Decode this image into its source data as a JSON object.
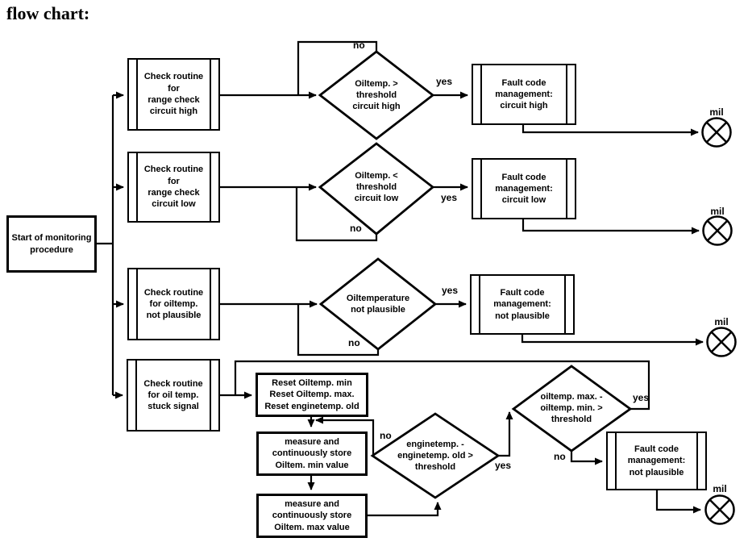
{
  "title": "flow chart:",
  "colors": {
    "line": "#000000",
    "background": "#ffffff"
  },
  "nodes": {
    "start": "Start of monitoring\nprocedure",
    "check_circuit_high": "Check routine\nfor\nrange check\ncircuit high",
    "check_circuit_low": "Check routine\nfor\nrange check\ncircuit low",
    "check_not_plausible": "Check routine\nfor oiltemp.\nnot plausible",
    "check_stuck_signal": "Check routine\nfor oil temp.\nstuck signal",
    "decision_circuit_high": "Oiltemp. >\nthreshold\ncircuit high",
    "decision_circuit_low": "Oiltemp. <\nthreshold\ncircuit low",
    "decision_not_plausible": "Oiltemperature\nnot plausible",
    "decision_enginetemp": "enginetemp. -\nenginetemp. old >\nthreshold",
    "decision_oiltemp_range": "oiltemp. max. -\noiltemp. min. >\nthreshold",
    "fault_circuit_high": "Fault code\nmanagement:\ncircuit high",
    "fault_circuit_low": "Fault code\nmanagement:\ncircuit low",
    "fault_not_plausible": "Fault code\nmanagement:\nnot plausible",
    "fault_not_plausible_2": "Fault code\nmanagement:\nnot plausible",
    "reset": "Reset Oiltemp. min\nReset Oiltemp. max.\nReset enginetemp. old",
    "measure_min": "measure and\ncontinuously store\nOiltem. min value",
    "measure_max": "measure and\ncontinuously store\nOiltem. max value"
  },
  "labels": {
    "yes": "yes",
    "no": "no",
    "mil": "mil"
  }
}
